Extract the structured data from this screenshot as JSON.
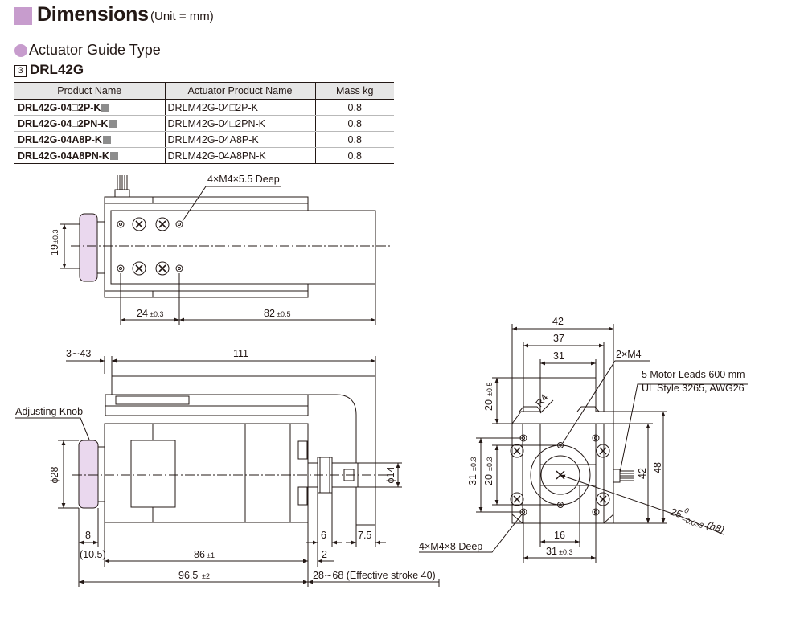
{
  "header": {
    "title": "Dimensions",
    "unit": "(Unit = mm)",
    "accent_color": "#c79ccd"
  },
  "section": {
    "title": "Actuator  Guide Type"
  },
  "subsection": {
    "number": "3",
    "title": "DRL42G"
  },
  "product_table": {
    "columns": [
      "Product Name",
      "Actuator Product Name",
      "Mass kg"
    ],
    "rows": [
      {
        "product": "DRL42G-04□2P-K",
        "actuator": "DRLM42G-04□2P-K",
        "mass": "0.8"
      },
      {
        "product": "DRL42G-04□2PN-K",
        "actuator": "DRLM42G-04□2PN-K",
        "mass": "0.8"
      },
      {
        "product": "DRL42G-04A8P-K",
        "actuator": "DRLM42G-04A8P-K",
        "mass": "0.8"
      },
      {
        "product": "DRL42G-04A8PN-K",
        "actuator": "DRLM42G-04A8PN-K",
        "mass": "0.8"
      }
    ]
  },
  "top_view": {
    "hole_callout": "4×M4×5.5 Deep",
    "dim_height": "19",
    "dim_height_tol": "±0.3",
    "dim_pitch": "24",
    "dim_pitch_tol": "±0.3",
    "dim_stroke": "82",
    "dim_stroke_tol": "±0.5"
  },
  "side_view": {
    "dim_top_left": "3∼43",
    "dim_top_total": "111",
    "knob_label": "Adjusting Knob",
    "dim_knob_dia": "ϕ28",
    "dim_rod_dia": "ϕ14",
    "dim_8": "8",
    "dim_6": "6",
    "dim_7_5": "7.5",
    "dim_10_5": "(10.5)",
    "dim_86": "86",
    "dim_86_tol": "±1",
    "dim_2": "2",
    "dim_96_5": "96.5",
    "dim_96_5_tol": "±2",
    "dim_stroke": "28∼68 (Effective stroke 40)"
  },
  "front_view": {
    "dim_42_top": "42",
    "dim_37": "37",
    "dim_31_top": "31",
    "tap_callout": "2×M4",
    "motor_leads": "5 Motor Leads 600 mm",
    "ul_style": "UL Style 3265, AWG26",
    "dim_20_top": "20",
    "dim_20_top_tol": "±0.5",
    "radius": "R4",
    "dim_31_left": "31",
    "dim_31_left_tol": "±0.3",
    "dim_20_left": "20",
    "dim_20_left_tol": "±0.3",
    "dim_42_right": "42",
    "dim_48": "48",
    "shaft_dia": "25",
    "shaft_tol_upper": "0",
    "shaft_tol_lower": "−0.033",
    "shaft_fit": "(h8)",
    "bottom_holes": "4×M4×8 Deep",
    "dim_16": "16",
    "dim_31_bottom": "31",
    "dim_31_bottom_tol": "±0.3"
  },
  "colors": {
    "line": "#231815",
    "knob_fill": "#ead8ee",
    "table_header": "#e6e6e6"
  }
}
